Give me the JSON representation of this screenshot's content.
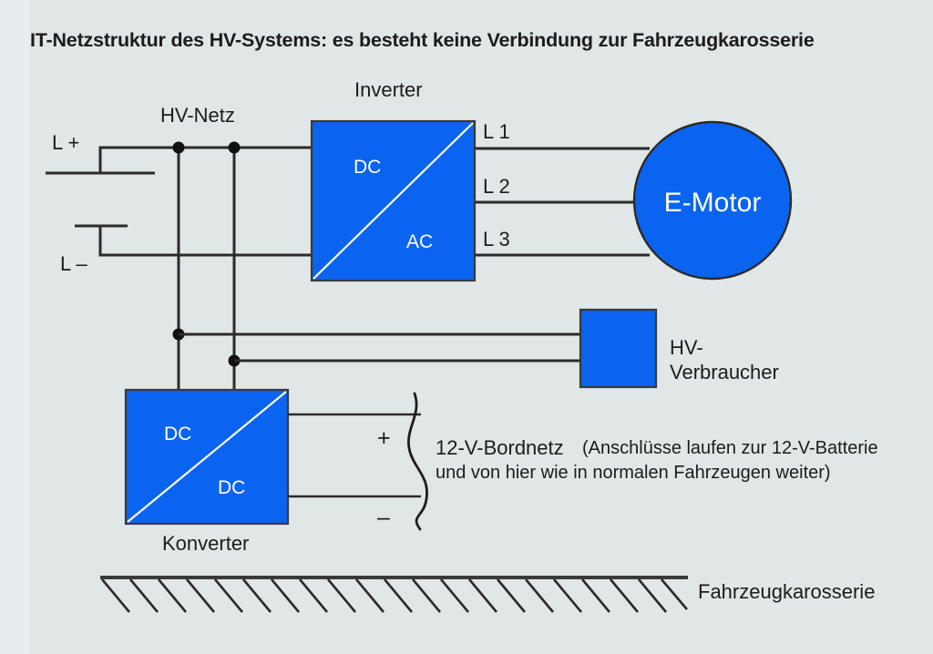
{
  "page": {
    "title": "IT-Netzstruktur des HV-Systems: es besteht keine Verbindung zur Fahrzeugkarosserie",
    "background_color": "#e1e7e6",
    "accent_color": "#0b64f0",
    "line_color": "#2b2b2b"
  },
  "labels": {
    "hv_netz": "HV-Netz",
    "inverter": "Inverter",
    "l_plus": "L +",
    "l_minus": "L –",
    "l1": "L 1",
    "l2": "L 2",
    "l3": "L 3",
    "e_motor": "E-Motor",
    "hv_verbraucher_line1": "HV-",
    "hv_verbraucher_line2": "Verbraucher",
    "konverter": "Konverter",
    "fahrzeugkarosserie": "Fahrzeugkarosserie",
    "bordnetz": "12-V-Bordnetz",
    "bordnetz_note_line1": "(Anschlüsse laufen zur 12-V-Batterie",
    "bordnetz_note_line2": "und von hier wie in normalen Fahrzeugen weiter)",
    "plus_sign": "+",
    "minus_sign": "–"
  },
  "inverter_block": {
    "top_left_text": "DC",
    "bottom_right_text": "AC"
  },
  "konverter_block": {
    "top_left_text": "DC",
    "bottom_right_text": "DC"
  }
}
